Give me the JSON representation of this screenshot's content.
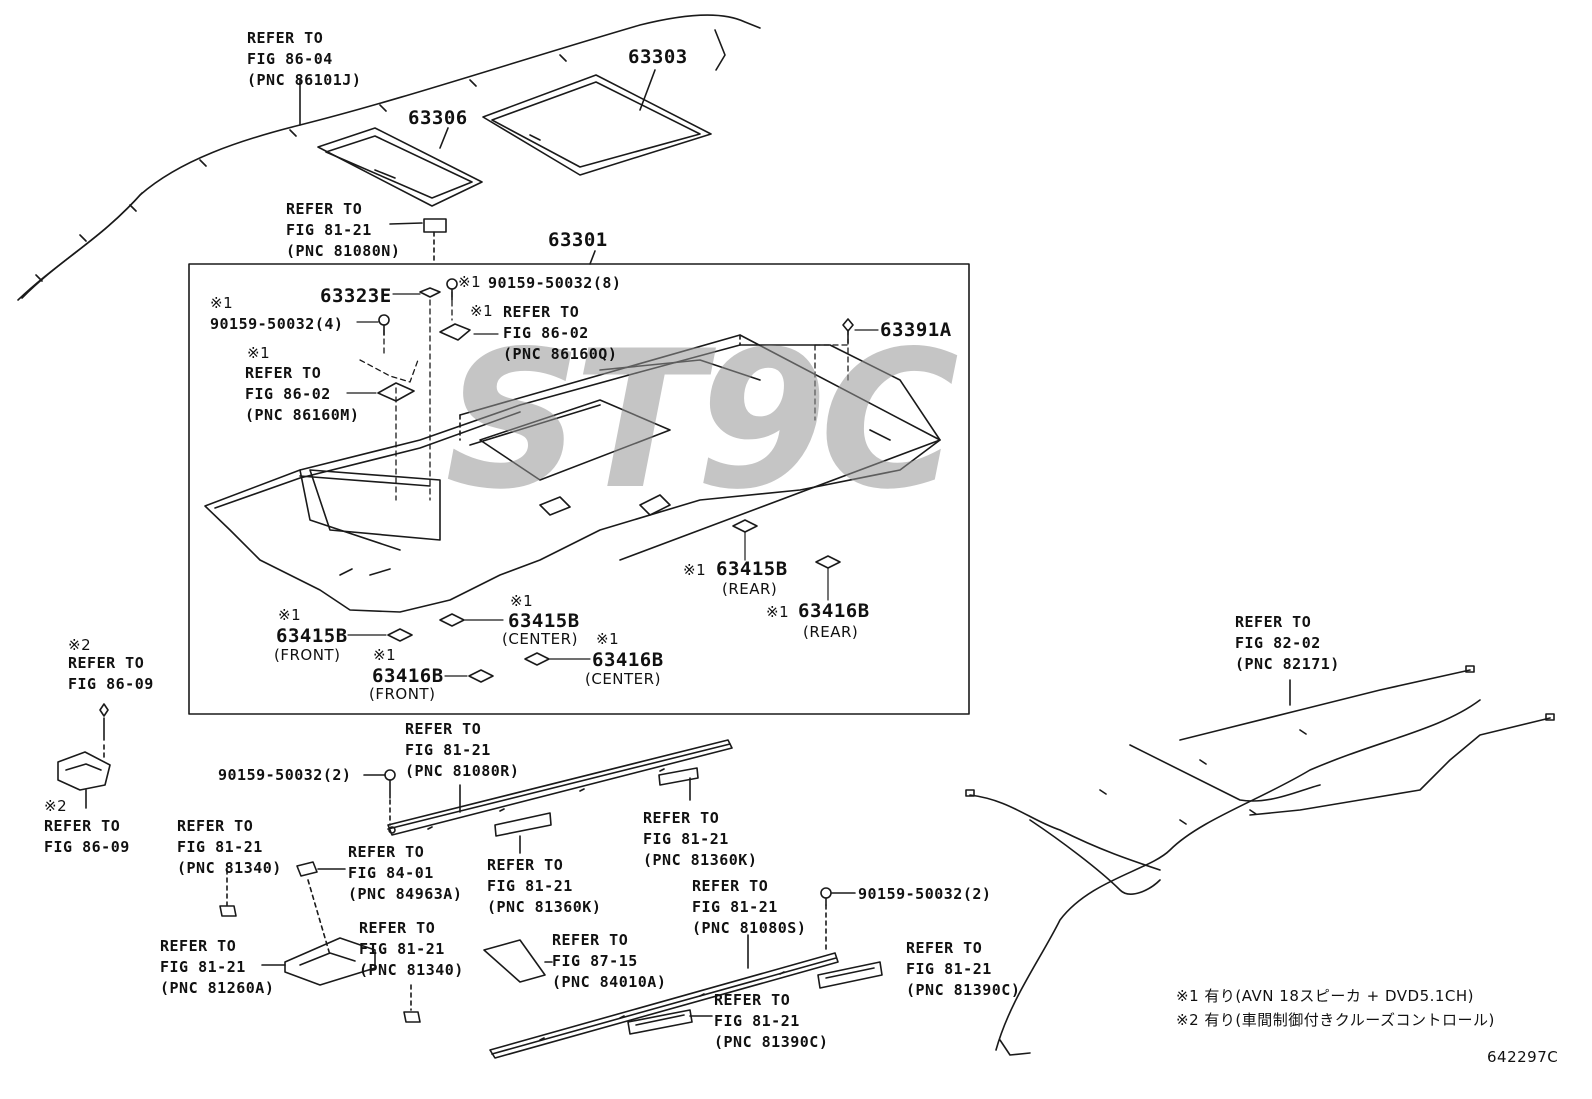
{
  "diagram": {
    "part_numbers": {
      "p63303": "63303",
      "p63306": "63306",
      "p63301": "63301",
      "p63323E": "63323E",
      "p63391A": "63391A",
      "p63415B_rear": "63415B",
      "p63416B_rear": "63416B",
      "p63415B_center": "63415B",
      "p63415B_front": "63415B",
      "p63416B_front": "63416B",
      "p63416B_center": "63416B"
    },
    "position_tags": {
      "rear_1": "(REAR)",
      "rear_2": "(REAR)",
      "center_1": "(CENTER)",
      "center_2": "(CENTER)",
      "front_1": "(FRONT)",
      "front_2": "(FRONT)"
    },
    "marks": {
      "m1": "※1",
      "m2": "※2"
    },
    "bolts": {
      "b8": "90159-50032(8)",
      "b4": "90159-50032(4)",
      "b2a": "90159-50032(2)",
      "b2b": "90159-50032(2)"
    },
    "refer": {
      "r86_04": "REFER TO\nFIG 86-04\n(PNC 86101J)",
      "r81_21_080N": "REFER TO\nFIG 81-21\n(PNC 81080N)",
      "r86_02_160Q": "REFER TO\nFIG 86-02\n(PNC 86160Q)",
      "r86_02_160M": "REFER TO\nFIG 86-02\n(PNC 86160M)",
      "r86_09_top": "REFER TO\nFIG 86-09",
      "r86_09_bottom": "REFER TO\nFIG 86-09",
      "r81_21_080R": "REFER TO\nFIG 81-21\n(PNC 81080R)",
      "r81_21_360K_right": "REFER TO\nFIG 81-21\n(PNC 81360K)",
      "r84_01_963A": "REFER TO\nFIG 84-01\n(PNC 84963A)",
      "r81_21_340_left": "REFER TO\nFIG 81-21\n(PNC 81340)",
      "r81_21_360K_mid": "REFER TO\nFIG 81-21\n(PNC 81360K)",
      "r81_21_080S": "REFER TO\nFIG 81-21\n(PNC 81080S)",
      "r81_21_260A": "REFER TO\nFIG 81-21\n(PNC 81260A)",
      "r81_21_340_mid": "REFER TO\nFIG 81-21\n(PNC 81340)",
      "r87_15_010A": "REFER TO\nFIG 87-15\n(PNC 84010A)",
      "r81_21_390C_right": "REFER TO\nFIG 81-21\n(PNC 81390C)",
      "r81_21_390C_bottom": "REFER TO\nFIG 81-21\n(PNC 81390C)",
      "r82_02_171": "REFER TO\nFIG 82-02\n(PNC 82171)"
    },
    "notes": {
      "n1": "※1 有り(AVN 18スピーカ + DVD5.1CH)",
      "n2": "※2 有り(車間制御付きクルーズコントロール)"
    },
    "catalog_code": "642297C",
    "watermark_text": "ST9C"
  }
}
